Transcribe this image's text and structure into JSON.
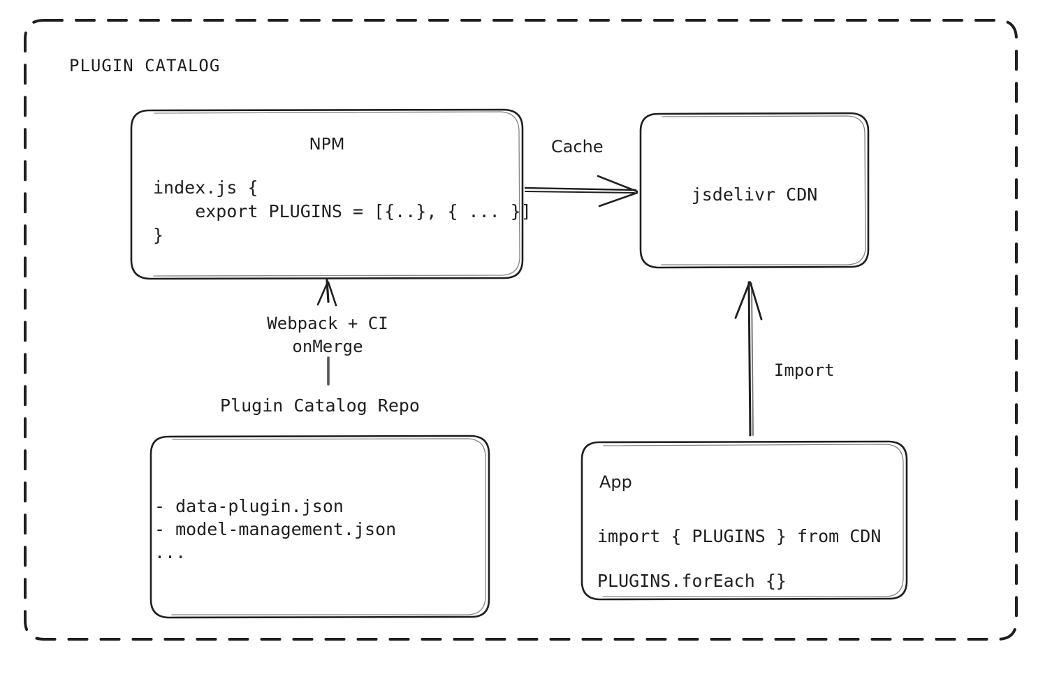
{
  "diagram": {
    "type": "architecture-flow",
    "group": {
      "title": "PLUGIN CATALOG",
      "border_style": "dashed",
      "color": "#1f1f1f"
    },
    "nodes": {
      "npm": {
        "title": "NPM",
        "code_line_1": "index.js {",
        "code_line_2": "    export PLUGINS = [{..}, { ... }]",
        "code_line_3": "}"
      },
      "cdn": {
        "title": "jsdelivr CDN"
      },
      "repo": {
        "caption": "Plugin Catalog Repo",
        "file_1": "- data-plugin.json",
        "file_2": "- model-management.json",
        "file_3": "..."
      },
      "app": {
        "title": "App",
        "code_line_1": "import { PLUGINS } from CDN",
        "code_line_2": "PLUGINS.forEach {}"
      }
    },
    "edges": {
      "cache": {
        "label": "Cache",
        "from": "npm",
        "to": "cdn",
        "direction": "right"
      },
      "build": {
        "label_line_1": "Webpack + CI",
        "label_line_2": "onMerge",
        "from": "repo",
        "to": "npm",
        "direction": "up"
      },
      "import": {
        "label": "Import",
        "from": "app",
        "to": "cdn",
        "direction": "up"
      }
    },
    "colors": {
      "stroke": "#1f1f1f",
      "background": "#ffffff"
    }
  }
}
